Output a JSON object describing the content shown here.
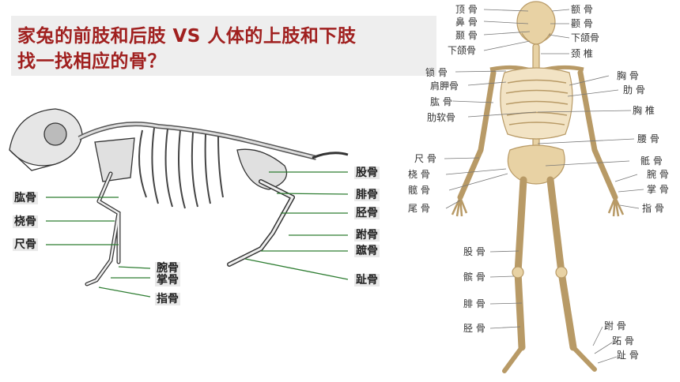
{
  "title": {
    "line1": "家兔的前肢和后肢 VS 人体的上肢和下肢",
    "line2": "找一找相应的骨？"
  },
  "rabbit_labels": {
    "humerus": "肱骨",
    "radius": "桡骨",
    "ulna": "尺骨",
    "carpals": "腕骨",
    "metacarpals": "掌骨",
    "phalanges_hand": "指骨",
    "femur": "股骨",
    "fibula": "腓骨",
    "tibia": "胫骨",
    "tarsals": "跗骨",
    "metatarsals": "蹠骨",
    "phalanges_foot": "趾骨"
  },
  "human_labels": {
    "parietal": "顶 骨",
    "frontal": "额 骨",
    "nasal": "鼻 骨",
    "temporal": "颧 骨",
    "zygomatic": "颞 骨",
    "maxilla": "下颌骨",
    "mandible": "下颌骨",
    "cervical": "颈 椎",
    "clavicle": "锁 骨",
    "scapula": "肩胛骨",
    "sternum": "胸 骨",
    "rib": "肋 骨",
    "humerus": "肱 骨",
    "costal_cartilage": "肋软骨",
    "thoracic": "胸 椎",
    "lumbar": "腰 骨",
    "ulna": "尺 骨",
    "sacrum": "骶 骨",
    "radius": "桡 骨",
    "carpals": "腕 骨",
    "hip": "髋 骨",
    "metacarpals": "掌 骨",
    "coccyx": "尾 骨",
    "phalanges_hand": "指 骨",
    "femur": "股 骨",
    "patella": "髌 骨",
    "fibula": "腓 骨",
    "tibia": "胫 骨",
    "tarsals": "跗 骨",
    "metatarsals": "跖 骨",
    "phalanges_foot": "趾 骨"
  },
  "colors": {
    "title": "#a0201f",
    "title_band": "#eeeeee",
    "rabbit_leader": "#2e7d32",
    "bone": "#e8d2a4",
    "bone_shadow": "#b89a66"
  }
}
